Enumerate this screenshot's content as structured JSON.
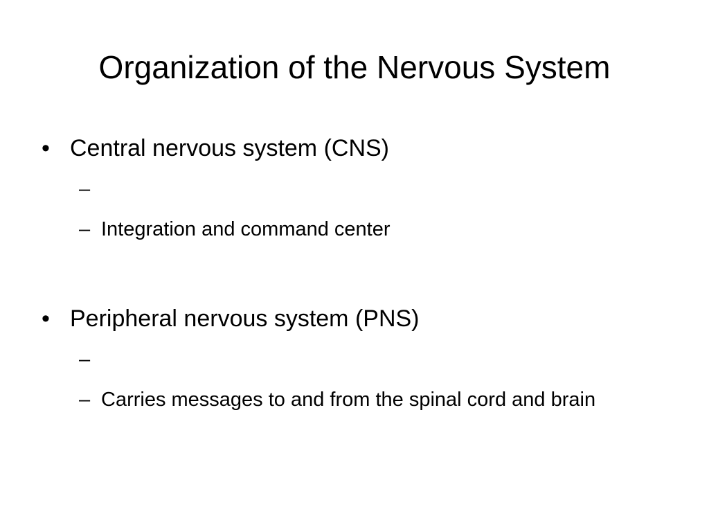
{
  "title": "Organization of the Nervous System",
  "bullet_marker": "•",
  "sub_marker": "–",
  "bullets": [
    {
      "text": "Central nervous system (CNS)",
      "subitems": [
        "",
        "Integration and command center"
      ]
    },
    {
      "text": "Peripheral nervous system (PNS)",
      "subitems": [
        "",
        "Carries messages to and from the spinal cord and brain"
      ]
    }
  ]
}
